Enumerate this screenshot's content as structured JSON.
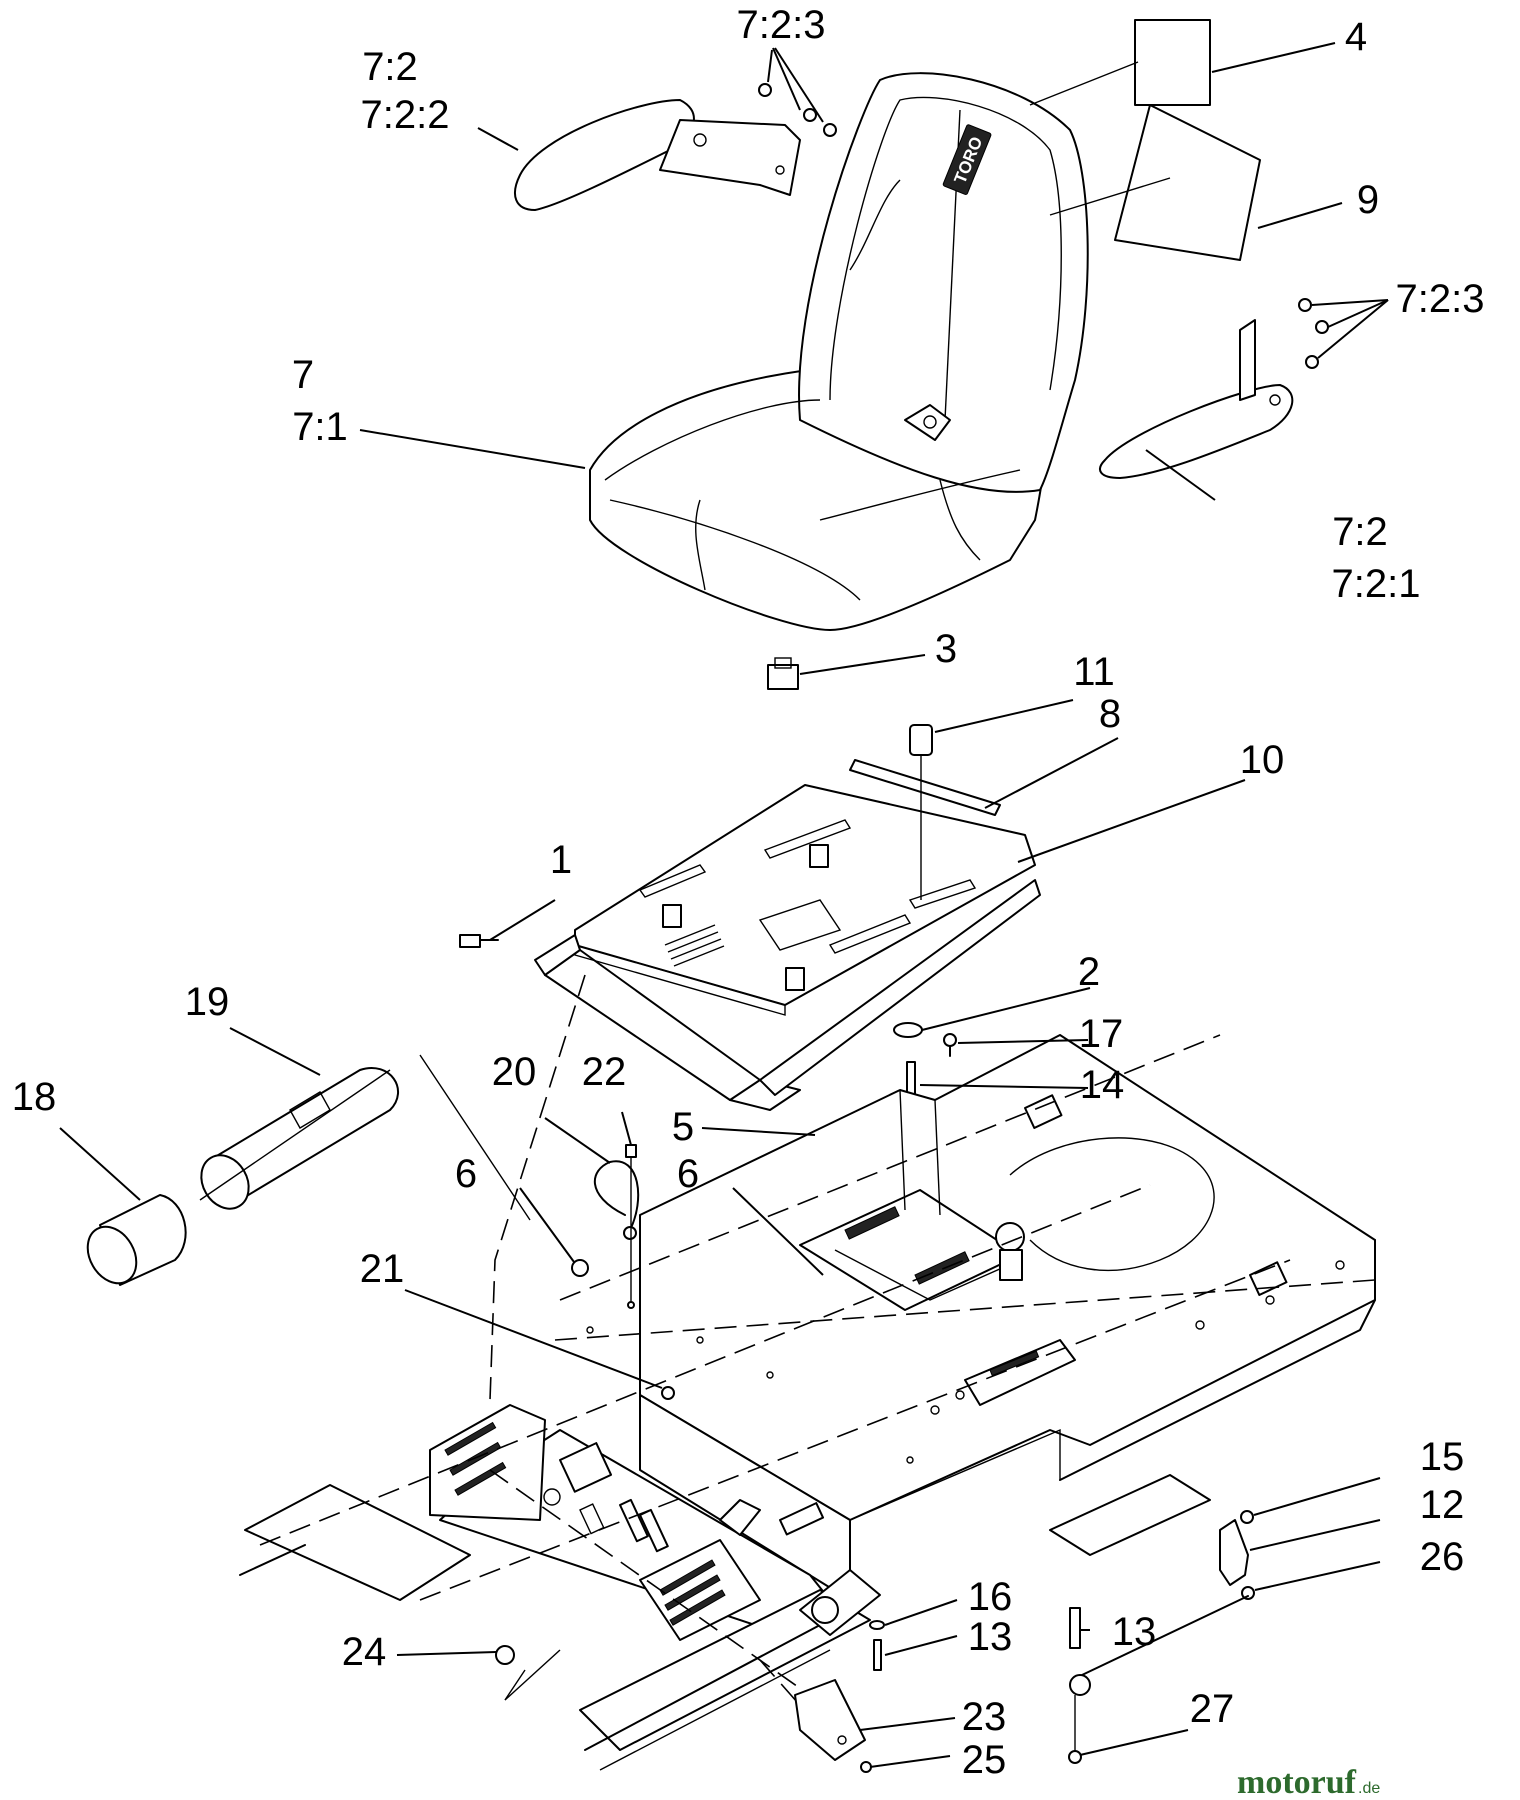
{
  "callouts": {
    "c1": "1",
    "c2": "2",
    "c3": "3",
    "c4": "4",
    "c5": "5",
    "c6a": "6",
    "c6b": "6",
    "c7a": "7",
    "c7b": "7:1",
    "c72a": "7:2",
    "c722": "7:2:2",
    "c723a": "7:2:3",
    "c723b": "7:2:3",
    "c72b": "7:2",
    "c721": "7:2:1",
    "c8": "8",
    "c9": "9",
    "c10": "10",
    "c11": "11",
    "c12": "12",
    "c13a": "13",
    "c13b": "13",
    "c14": "14",
    "c15": "15",
    "c16": "16",
    "c17": "17",
    "c18": "18",
    "c19": "19",
    "c20": "20",
    "c21": "21",
    "c22": "22",
    "c23": "23",
    "c24": "24",
    "c25": "25",
    "c26": "26",
    "c27": "27"
  },
  "seat_logo": "TORO",
  "watermark": {
    "main": "motoruf",
    "suffix": ".de"
  }
}
